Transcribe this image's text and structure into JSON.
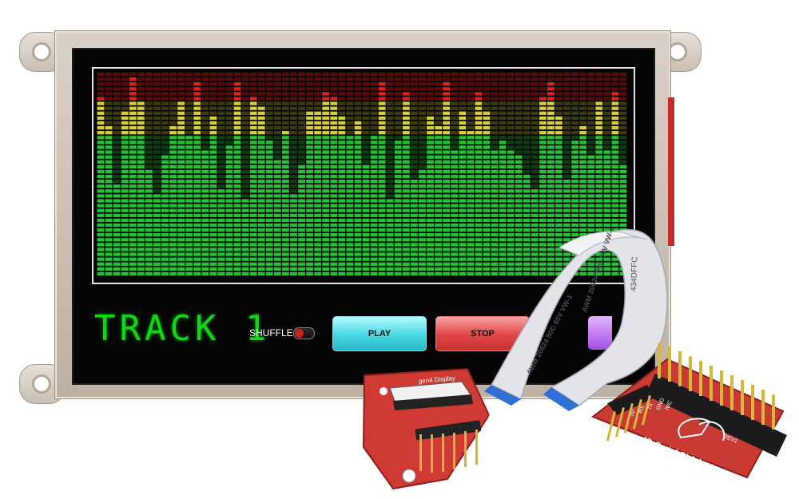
{
  "display": {
    "track_label": "TRACK 1",
    "shuffle_label": "SHUFFLE",
    "buttons": {
      "play": "PLAY",
      "stop": "STOP"
    }
  },
  "spectrum": {
    "bar_levels": [
      37,
      31,
      19,
      34,
      41,
      36,
      22,
      17,
      25,
      31,
      36,
      29,
      40,
      26,
      33,
      18,
      27,
      40,
      16,
      37,
      35,
      28,
      24,
      30,
      17,
      23,
      34,
      34,
      38,
      37,
      33,
      29,
      32,
      23,
      29,
      40,
      16,
      28,
      38,
      20,
      22,
      33,
      31,
      40,
      26,
      34,
      30,
      38,
      34,
      26,
      28,
      26,
      25,
      21,
      18,
      37,
      40,
      33,
      20,
      28,
      31,
      25,
      36,
      26,
      38,
      23
    ],
    "segments_per_bar": 42,
    "colors": {
      "green_on": "#22c433",
      "green_off": "#0c3f11",
      "yellow_on": "#d7cf3a",
      "yellow_off": "#3c3a0e",
      "red_on": "#e0221b",
      "red_off": "#5a0b08"
    }
  },
  "hardware": {
    "adaptor_a_title": "gen4 Display",
    "adaptor_a_subtitle": "gen4 to effect",
    "adaptor_b_title": "4D-Serial-Pi Adaptor",
    "adaptor_b_pins": [
      "5V",
      "RX",
      "TX",
      "GND",
      "N/C"
    ],
    "adaptor_b_rev": "REV1",
    "ribbon_print": "AWM 20624 80C 60V VW-1",
    "ribbon_code": "434DFFC"
  }
}
